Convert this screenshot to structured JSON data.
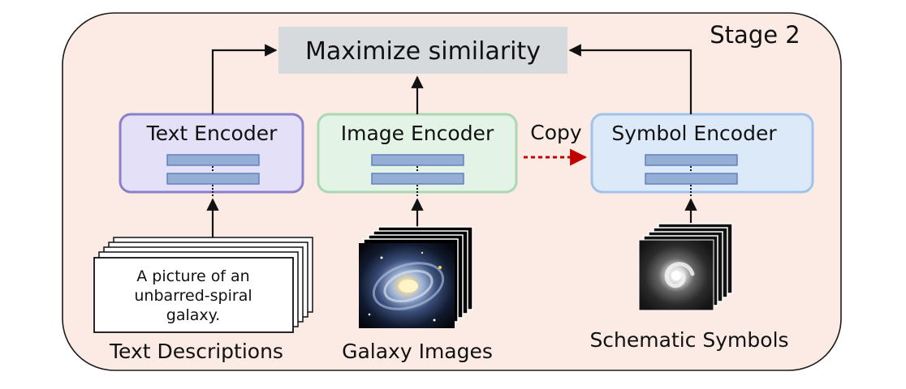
{
  "stage_label": "Stage 2",
  "objective": "Maximize similarity",
  "encoders": {
    "text": "Text Encoder",
    "image": "Image Encoder",
    "symbol": "Symbol Encoder"
  },
  "copy_label": "Copy",
  "inputs": {
    "text_card_lines": [
      "A picture of an",
      "unbarred-spiral",
      "galaxy."
    ],
    "text_caption": "Text Descriptions",
    "image_caption": "Galaxy Images",
    "symbol_caption": "Schematic Symbols"
  },
  "colors": {
    "panel_fill": "#fcebe4",
    "objective_fill": "#d7dadd",
    "text_encoder_fill": "#e3e0f8",
    "text_encoder_stroke": "#8a80c8",
    "image_encoder_fill": "#e3f4e6",
    "image_encoder_stroke": "#a9d8b2",
    "symbol_encoder_fill": "#dce9f8",
    "symbol_encoder_stroke": "#9fc3ea",
    "layer_fill": "#94aed6",
    "layer_stroke": "#5d7db8",
    "copy_arrow": "#c00000"
  }
}
